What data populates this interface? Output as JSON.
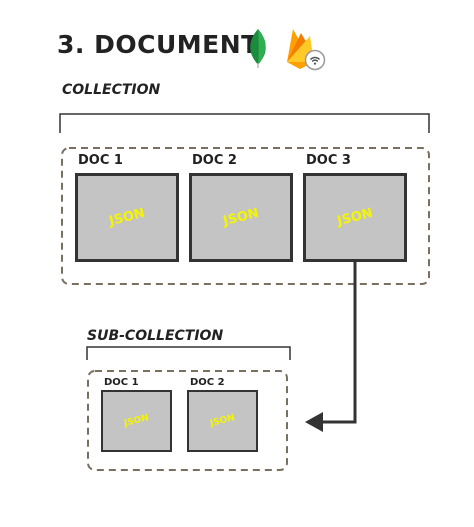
{
  "title": "3. DOCUMENT",
  "icons": {
    "mongodb": "mongodb-leaf-icon",
    "firebase": "firebase-flame-icon",
    "wifi": "wifi-badge-icon"
  },
  "colors": {
    "doc_fill": "#c4c4c4",
    "doc_border": "#333333",
    "json_text": "#f5f500",
    "dashed_border": "#7a7060",
    "mongo_green": "#1a8c3c",
    "firebase_orange": "#f5a623",
    "firebase_yellow": "#ffcb2b"
  },
  "collection": {
    "label": "COLLECTION",
    "docs": [
      {
        "label": "DOC 1",
        "content": "JSON"
      },
      {
        "label": "DOC 2",
        "content": "JSON"
      },
      {
        "label": "DOC 3",
        "content": "JSON"
      }
    ]
  },
  "subcollection": {
    "label": "SUB-COLLECTION",
    "docs": [
      {
        "label": "DOC 1",
        "content": "JSON"
      },
      {
        "label": "DOC 2",
        "content": "JSON"
      }
    ]
  }
}
